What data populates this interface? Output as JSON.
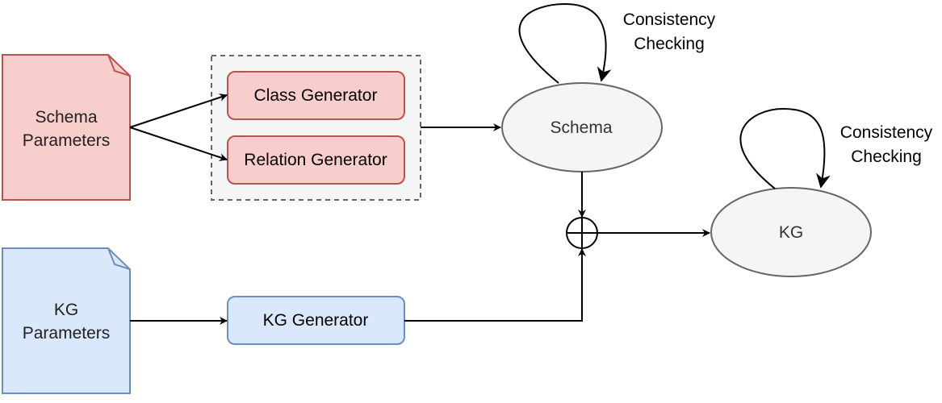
{
  "inputs": {
    "schema_params": {
      "line1": "Schema",
      "line2": "Parameters"
    },
    "kg_params": {
      "line1": "KG",
      "line2": "Parameters"
    }
  },
  "generators": {
    "class": "Class Generator",
    "relation": "Relation Generator",
    "kg": "KG Generator"
  },
  "outputs": {
    "schema": "Schema",
    "kg": "KG"
  },
  "consistency_schema": {
    "line1": "Consistency",
    "line2": "Checking"
  },
  "consistency_kg": {
    "line1": "Consistency",
    "line2": "Checking"
  },
  "colors": {
    "red_fill": "#f8cecc",
    "red_stroke": "#b85450",
    "blue_fill": "#dae8fc",
    "blue_stroke": "#6c8ebf",
    "grey_fill": "#f5f5f5",
    "grey_stroke": "#666666",
    "ellipse_fill": "#f5f5f5",
    "ellipse_stroke": "#666666"
  }
}
